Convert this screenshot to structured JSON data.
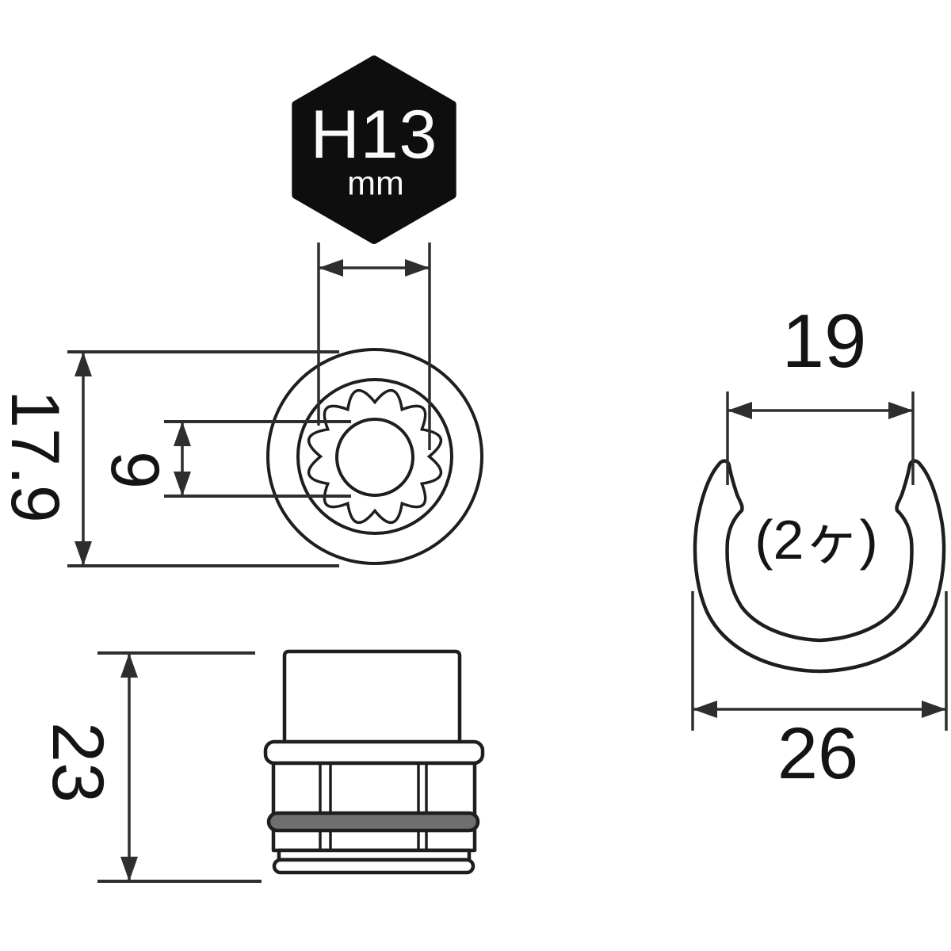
{
  "badge": {
    "label": "H13",
    "unit": "mm"
  },
  "top_view": {
    "outer_diameter": "17.9",
    "bore_diameter": "9"
  },
  "side_view": {
    "height": "23"
  },
  "clip": {
    "inner_width": "19",
    "quantity_note": "(2ヶ)",
    "outer_width": "26"
  },
  "colors": {
    "line": "#1e1e1e",
    "dim_line": "#2e2e2e",
    "badge_fill": "#0e0e0e",
    "badge_text": "#fafafa",
    "oring_fill": "#6f6f6f",
    "background": "#ffffff"
  }
}
